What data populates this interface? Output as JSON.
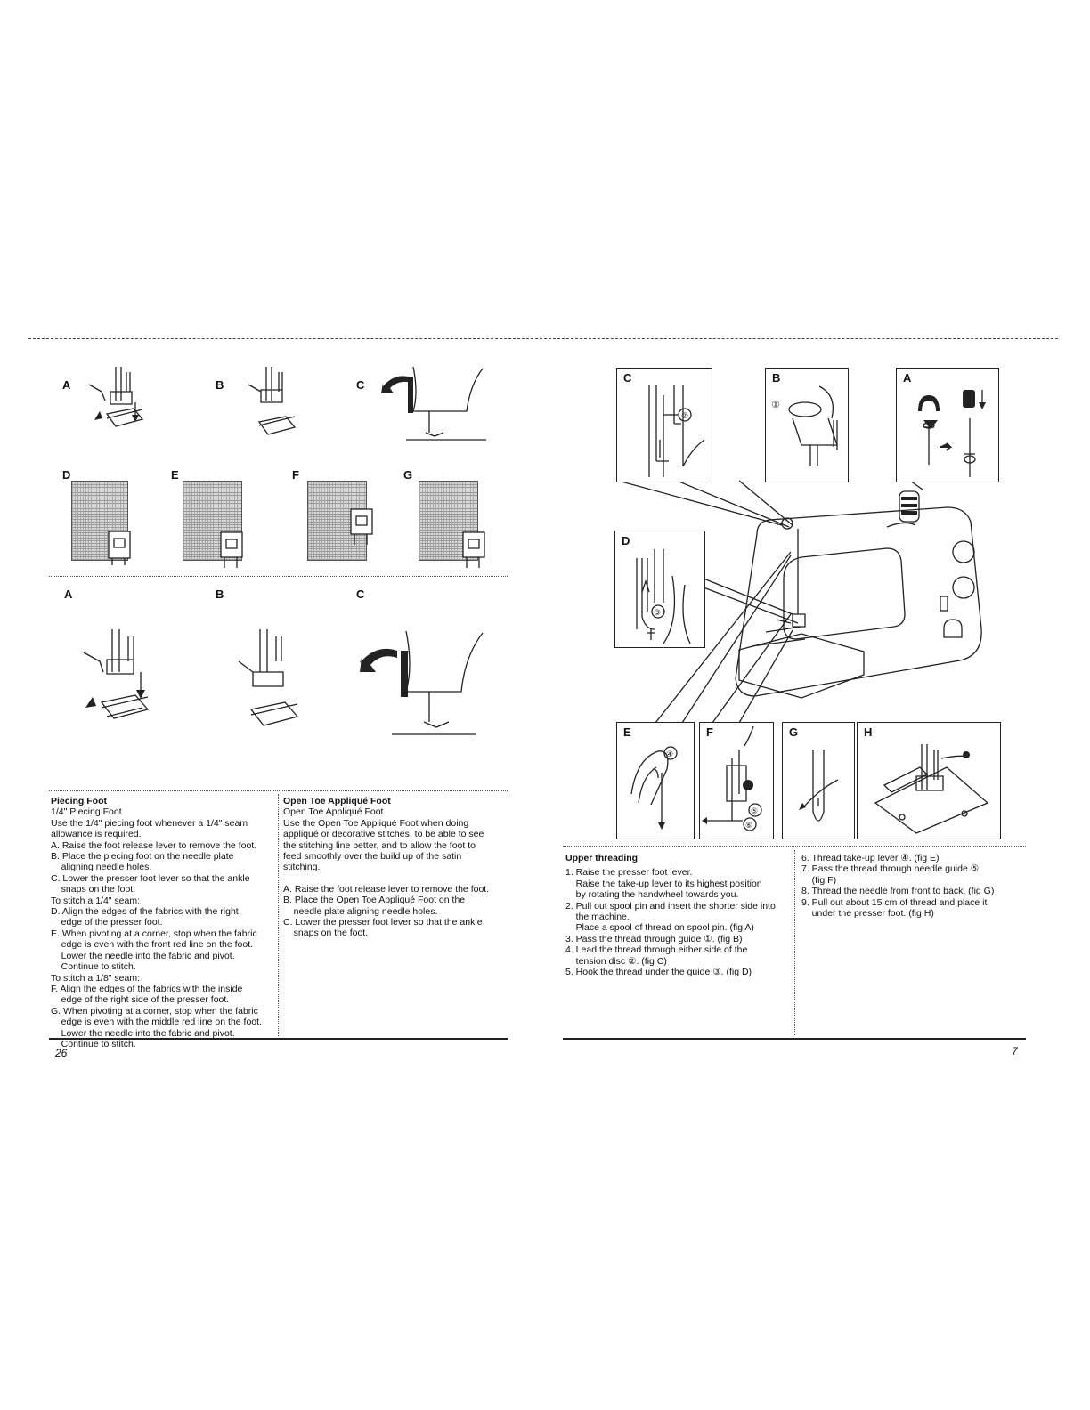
{
  "left_page": {
    "figs_top": [
      "A",
      "B",
      "C"
    ],
    "figs_mid": [
      "D",
      "E",
      "F",
      "G"
    ],
    "figs_bottom": [
      "A",
      "B",
      "C"
    ],
    "piecing": {
      "heading": "Piecing Foot",
      "lines": [
        "1/4\" Piecing Foot",
        "Use the 1/4\" piecing foot whenever a 1/4\" seam",
        "allowance is required.",
        "A. Raise the foot release lever to remove the foot.",
        "B. Place the piecing foot on the needle plate",
        "    aligning needle holes.",
        "C. Lower the presser foot lever so that the ankle",
        "    snaps on the foot.",
        "To stitch a 1/4\" seam:",
        "D. Align the edges of the fabrics with the right",
        "    edge of the presser foot.",
        "E. When pivoting at a corner, stop when the fabric",
        "    edge is even with the front red line on the foot.",
        "    Lower the needle into the fabric and pivot.",
        "    Continue to stitch.",
        "To stitch a 1/8\" seam:",
        "F. Align the edges of the fabrics with the inside",
        "    edge of the right side of the presser foot.",
        "G. When pivoting at a corner, stop when the fabric",
        "    edge is even with the middle red line on the foot.",
        "    Lower the needle into the fabric and pivot.",
        "    Continue to stitch."
      ]
    },
    "applique": {
      "heading": "Open Toe Appliqué Foot",
      "lines": [
        "Open Toe Appliqué Foot",
        "Use the Open Toe Appliqué Foot when doing",
        "appliqué or decorative stitches, to be able to see",
        "the stitching line better, and to allow the foot to",
        "feed smoothly over the build up of the satin",
        "stitching.",
        "",
        "A. Raise the foot release lever to remove the foot.",
        "B. Place the Open Toe Appliqué Foot on the",
        "    needle plate aligning needle holes.",
        "C. Lower the presser foot lever so that the ankle",
        "    snaps on the foot."
      ]
    },
    "page_number": "26"
  },
  "right_page": {
    "diagram_labels": [
      "C",
      "B",
      "A",
      "D",
      "E",
      "F",
      "G",
      "H"
    ],
    "callouts": [
      "①",
      "②",
      "③",
      "④",
      "⑤",
      "⑥"
    ],
    "threading": {
      "heading": "Upper threading",
      "lines": [
        "1. Raise the presser foot lever.",
        "    Raise the take-up lever to its highest position",
        "    by rotating the handwheel towards you.",
        "2. Pull out spool pin and insert the shorter side into",
        "    the machine.",
        "    Place a spool of thread on spool pin. (fig A)",
        "3. Pass the thread through guide ①. (fig B)",
        "4. Lead the thread through either side of the",
        "    tension disc ②. (fig C)",
        "5. Hook the thread under the guide ③. (fig D)"
      ],
      "lines_right": [
        "6. Thread take-up lever ④. (fig E)",
        "7. Pass the thread through needle guide ⑤.",
        "    (fig F)",
        "8. Thread the needle from front to back. (fig G)",
        "9. Pull out about 15 cm of thread and place it",
        "    under the presser foot. (fig H)"
      ]
    },
    "page_number": "7"
  }
}
